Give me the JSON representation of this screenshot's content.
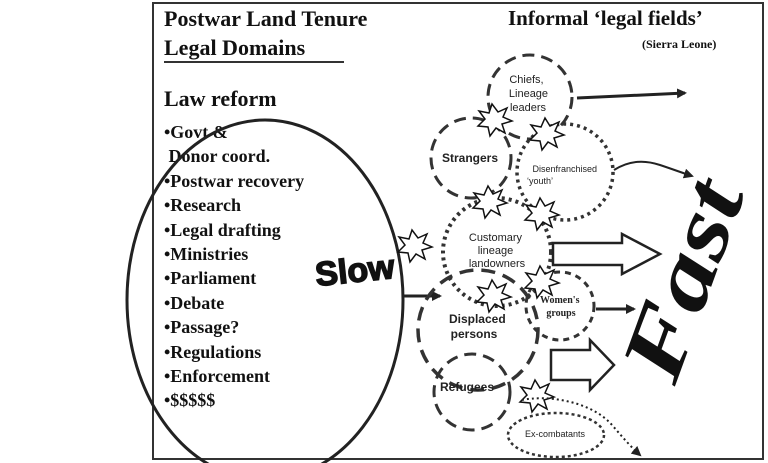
{
  "header": {
    "title_line1": "Postwar Land Tenure",
    "title_line2": "Legal Domains",
    "informal_title": "Informal ‘legal fields’",
    "region": "(Sierra Leone)"
  },
  "law_reform": {
    "heading": "Law reform",
    "items": [
      "•Govt &",
      " Donor coord.",
      "•Postwar recovery",
      "•Research",
      "•Legal drafting",
      "•Ministries",
      "•Parliament",
      "•Debate",
      "•Passage?",
      "•Regulations",
      "•Enforcement",
      "•$$$$$"
    ],
    "speed_label": "Slow"
  },
  "informal_fields": {
    "chiefs": [
      "Chiefs,",
      "Lineage",
      "leaders"
    ],
    "strangers": "Strangers",
    "youth": [
      "Disenfranchised",
      "‘youth’"
    ],
    "customary": [
      "Customary",
      "lineage",
      "landowners"
    ],
    "womens": [
      "Women's",
      "groups"
    ],
    "displaced": [
      "Displaced",
      "persons"
    ],
    "refugees": "Refugees",
    "excombatants": "Ex-combatants",
    "speed_label": "Fast"
  }
}
